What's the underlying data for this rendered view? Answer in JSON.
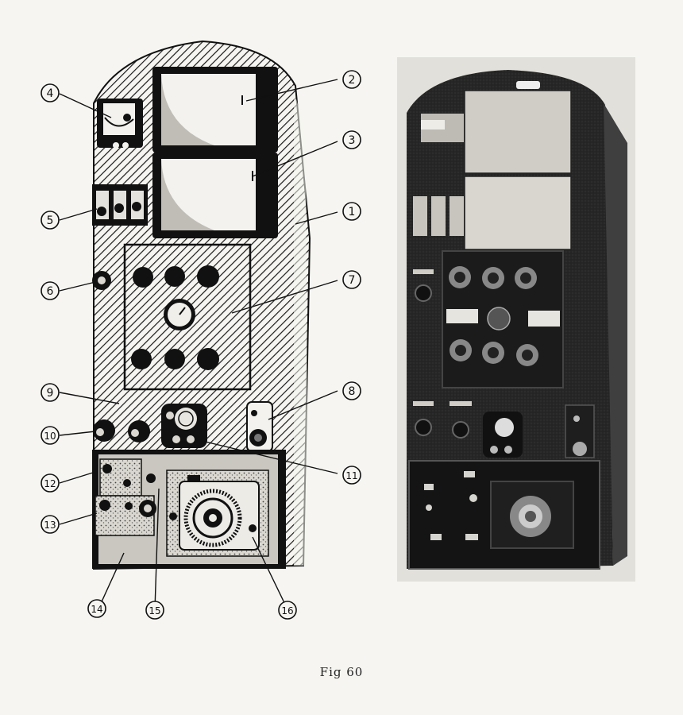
{
  "caption": "Fig  60",
  "callouts": [
    {
      "n": "1"
    },
    {
      "n": "2"
    },
    {
      "n": "3"
    },
    {
      "n": "4"
    },
    {
      "n": "5"
    },
    {
      "n": "6"
    },
    {
      "n": "7"
    },
    {
      "n": "8"
    },
    {
      "n": "9"
    },
    {
      "n": "10"
    },
    {
      "n": "11"
    },
    {
      "n": "12"
    },
    {
      "n": "13"
    },
    {
      "n": "14"
    },
    {
      "n": "15"
    },
    {
      "n": "16"
    }
  ]
}
